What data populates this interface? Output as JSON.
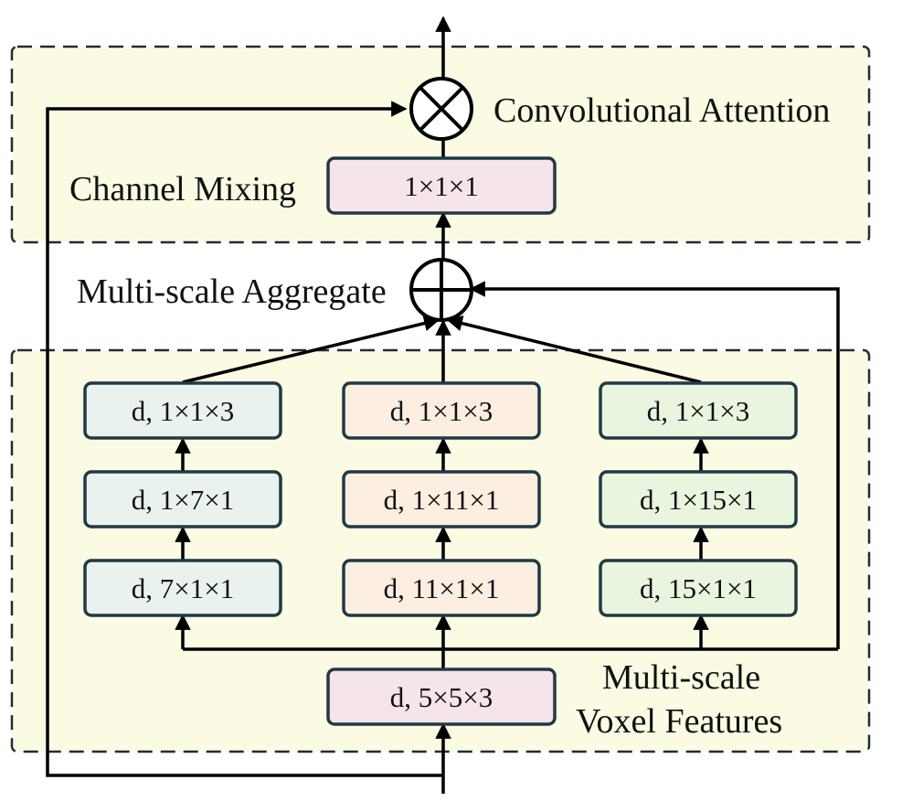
{
  "labels": {
    "convolutional_attention": "Convolutional Attention",
    "channel_mixing": "Channel Mixing",
    "multiscale_aggregate": "Multi-scale Aggregate",
    "multiscale_voxel_line1": "Multi-scale",
    "multiscale_voxel_line2": "Voxel Features"
  },
  "boxes": {
    "channel_mix": "1×1×1",
    "base_conv": "d, 5×5×3",
    "branch_left": [
      "d, 1×1×3",
      "d, 1×7×1",
      "d, 7×1×1"
    ],
    "branch_mid": [
      "d, 1×1×3",
      "d, 1×11×1",
      "d, 11×1×1"
    ],
    "branch_right": [
      "d, 1×1×3",
      "d, 1×15×1",
      "d, 15×1×1"
    ]
  },
  "colors": {
    "region_fill": "#fbfbe3",
    "region_border": "#1f2d3a",
    "pink_box": "#f5e4ea",
    "left_branch": "#eaf2ee",
    "mid_branch": "#fceee0",
    "right_branch": "#e9f5df",
    "box_border": "#1f3a46",
    "arrow": "#000000"
  }
}
